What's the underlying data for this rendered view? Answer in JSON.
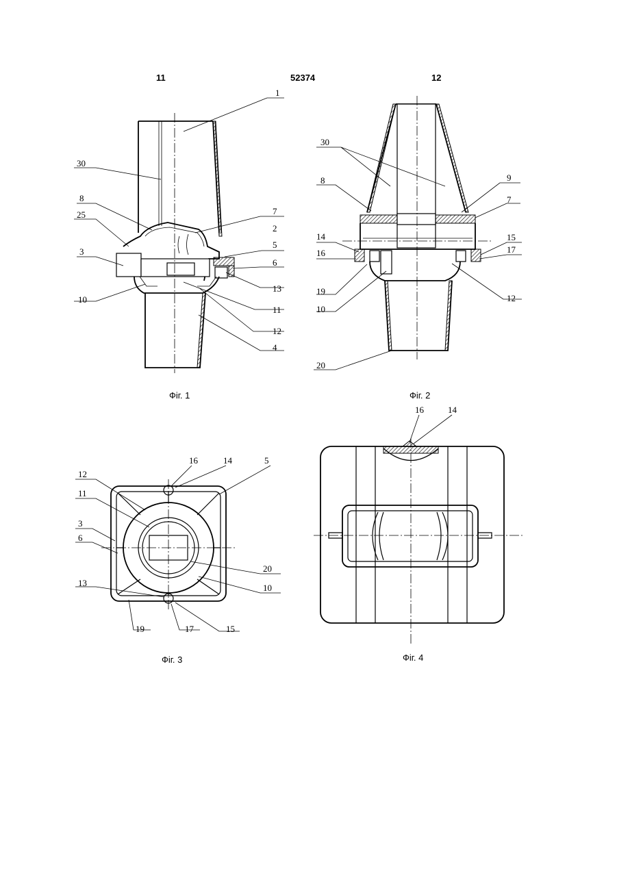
{
  "header": {
    "left_page": "11",
    "patent_number": "52374",
    "right_page": "12"
  },
  "figures": [
    {
      "caption": "Фіг. 1",
      "labels": [
        "1",
        "30",
        "8",
        "25",
        "7",
        "2",
        "5",
        "3",
        "6",
        "13",
        "10",
        "11",
        "12",
        "4"
      ]
    },
    {
      "caption": "Фіг. 2",
      "labels": [
        "30",
        "8",
        "9",
        "7",
        "14",
        "15",
        "16",
        "17",
        "19",
        "10",
        "12",
        "20"
      ]
    },
    {
      "caption": "Фіг. 3",
      "labels": [
        "16",
        "14",
        "5",
        "12",
        "11",
        "3",
        "6",
        "20",
        "13",
        "10",
        "19",
        "17",
        "15"
      ]
    },
    {
      "caption": "Фіг. 4",
      "labels": [
        "16",
        "14"
      ]
    }
  ]
}
